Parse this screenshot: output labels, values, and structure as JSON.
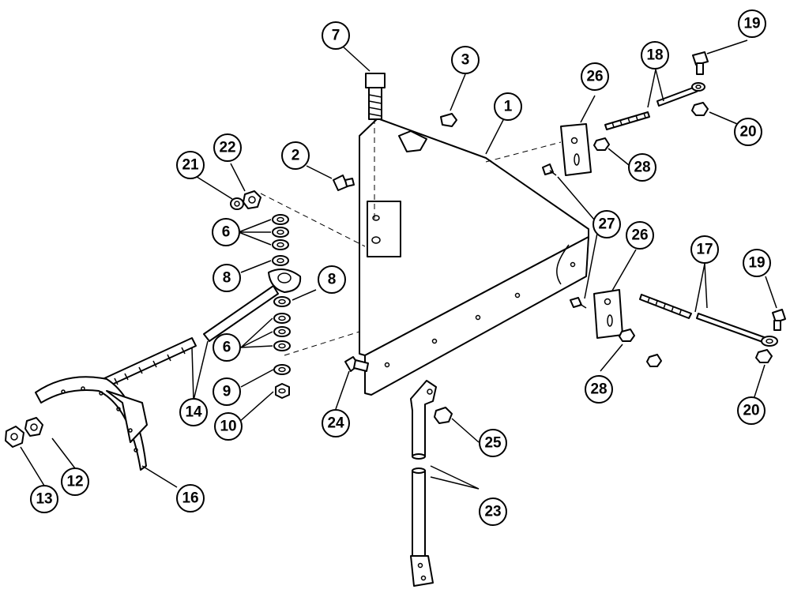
{
  "diagram": {
    "callouts": [
      {
        "id": "c1",
        "label": "1"
      },
      {
        "id": "c2",
        "label": "2"
      },
      {
        "id": "c3",
        "label": "3"
      },
      {
        "id": "c6a",
        "label": "6"
      },
      {
        "id": "c6b",
        "label": "6"
      },
      {
        "id": "c7",
        "label": "7"
      },
      {
        "id": "c8a",
        "label": "8"
      },
      {
        "id": "c8b",
        "label": "8"
      },
      {
        "id": "c9",
        "label": "9"
      },
      {
        "id": "c10",
        "label": "10"
      },
      {
        "id": "c12",
        "label": "12"
      },
      {
        "id": "c13",
        "label": "13"
      },
      {
        "id": "c14",
        "label": "14"
      },
      {
        "id": "c16",
        "label": "16"
      },
      {
        "id": "c17",
        "label": "17"
      },
      {
        "id": "c18",
        "label": "18"
      },
      {
        "id": "c19a",
        "label": "19"
      },
      {
        "id": "c19b",
        "label": "19"
      },
      {
        "id": "c20a",
        "label": "20"
      },
      {
        "id": "c20b",
        "label": "20"
      },
      {
        "id": "c21",
        "label": "21"
      },
      {
        "id": "c22",
        "label": "22"
      },
      {
        "id": "c23",
        "label": "23"
      },
      {
        "id": "c24",
        "label": "24"
      },
      {
        "id": "c25",
        "label": "25"
      },
      {
        "id": "c26a",
        "label": "26"
      },
      {
        "id": "c26b",
        "label": "26"
      },
      {
        "id": "c27",
        "label": "27"
      },
      {
        "id": "c28a",
        "label": "28"
      },
      {
        "id": "c28b",
        "label": "28"
      }
    ]
  }
}
